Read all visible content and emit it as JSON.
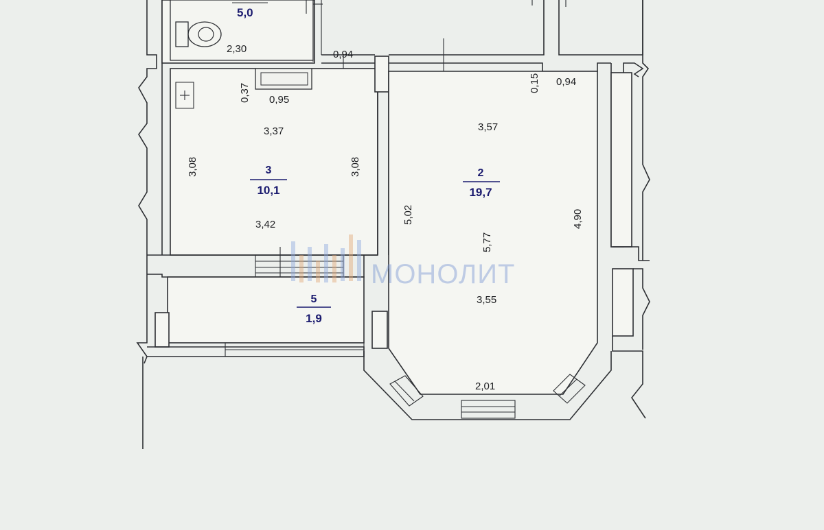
{
  "rooms": {
    "top_left": {
      "area": "5,0"
    },
    "room3": {
      "number": "3",
      "area": "10,1"
    },
    "room2": {
      "number": "2",
      "area": "19,7"
    },
    "room5": {
      "number": "5",
      "area": "1,9"
    }
  },
  "dimensions": {
    "d_2_30": "2,30",
    "d_0_94_top": "0,94",
    "d_0_37": "0,37",
    "d_0_95": "0,95",
    "d_3_37": "3,37",
    "d_3_08_left": "3,08",
    "d_3_08_right": "3,08",
    "d_3_42": "3,42",
    "d_0_15": "0,15",
    "d_0_94_right": "0,94",
    "d_3_57": "3,57",
    "d_5_02": "5,02",
    "d_5_77": "5,77",
    "d_4_90": "4,90",
    "d_3_55": "3,55",
    "d_2_01": "2,01"
  },
  "watermark": {
    "text": "МОНОЛИТ",
    "color": "#6f8fd0",
    "accent": "#e0a070"
  }
}
